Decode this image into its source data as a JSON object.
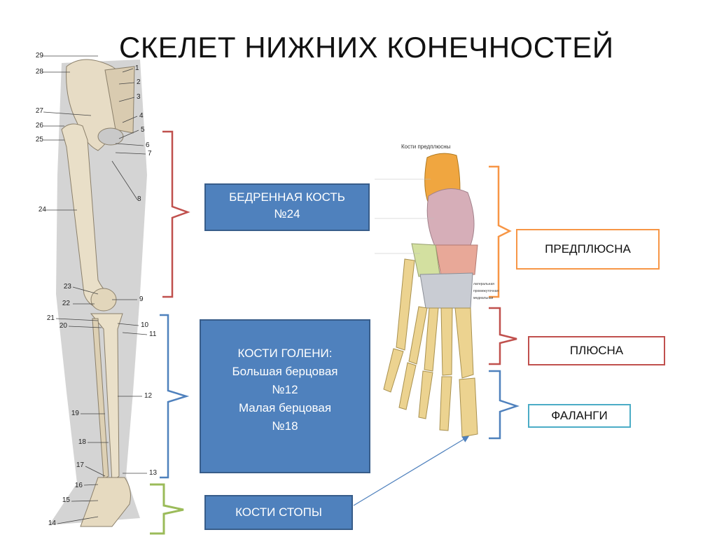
{
  "title": "СКЕЛЕТ НИЖНИХ КОНЕЧНОСТЕЙ",
  "femur_box": {
    "line1": "БЕДРЕННАЯ КОСТЬ",
    "line2": "№24"
  },
  "shin_box": {
    "line1": "КОСТИ ГОЛЕНИ:",
    "line2": "Большая берцовая",
    "line3": "№12",
    "line4": "Малая берцовая",
    "line5": "№18"
  },
  "foot_box": {
    "label": "КОСТИ СТОПЫ"
  },
  "tarsus_box": {
    "label": "ПРЕДПЛЮСНА",
    "border_color": "#f79646"
  },
  "metatarsus_box": {
    "label": "ПЛЮСНА",
    "border_color": "#c0504d"
  },
  "phalanges_box": {
    "label": "ФАЛАНГИ",
    "border_color": "#4bacc6"
  },
  "foot_figure": {
    "caption": "Кости предплюсны",
    "small_labels": [
      "латеральная",
      "промежуточная",
      "медиальная"
    ]
  },
  "leg_numbers_left": [
    "29",
    "28",
    "27",
    "26",
    "25",
    "24",
    "23",
    "22",
    "21",
    "20",
    "19",
    "18",
    "17",
    "16",
    "15",
    "14"
  ],
  "leg_numbers_right": [
    "1",
    "2",
    "3",
    "4",
    "5",
    "6",
    "7",
    "8",
    "9",
    "10",
    "11",
    "12",
    "13"
  ],
  "colors": {
    "blue_box": "#4f81bd",
    "femur_bracket": "#c0504d",
    "shin_bracket": "#4f81bd",
    "foot_bracket": "#9bbb59",
    "arrow": "#4f81bd"
  }
}
